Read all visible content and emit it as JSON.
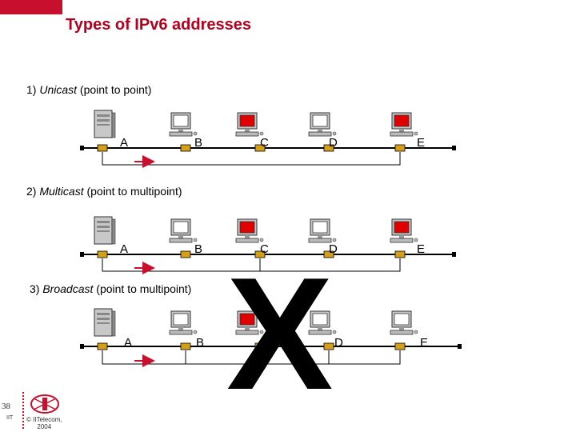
{
  "title": "Types of IPv6 addresses",
  "colors": {
    "accent": "#c8102e",
    "title": "#b4001e",
    "screen_on": "#e00000",
    "screen_off": "#ffffff"
  },
  "sections": [
    {
      "number": "1)",
      "name": "Unicast",
      "desc": "(point to point)"
    },
    {
      "number": "2)",
      "name": "Multicast",
      "desc": "(point to multipoint)"
    },
    {
      "number": "3)",
      "name": "Broadcast",
      "desc": "(point to multipoint)"
    }
  ],
  "node_labels": [
    "A",
    "B",
    "C",
    "D",
    "E"
  ],
  "crossout": "X",
  "footer": {
    "page": "38",
    "org": "IIT",
    "copyright": "© IITelecom,",
    "year": "2004"
  }
}
